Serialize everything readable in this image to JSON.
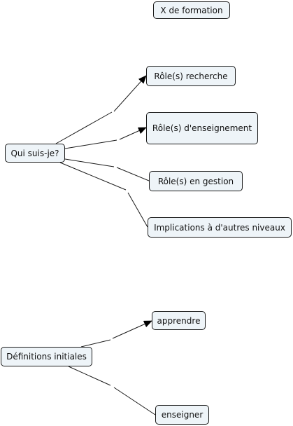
{
  "colors": {
    "node_fill": "#eef4f8",
    "node_border": "#1a1a1a",
    "edge": "#1a1a1a",
    "text": "#111111"
  },
  "nodes": {
    "title": "X de formation",
    "qui_suis_je": "Qui suis-je?",
    "role_recherche": "Rôle(s) recherche",
    "role_enseignement": "Rôle(s) d'enseignement",
    "role_gestion": "Rôle(s) en gestion",
    "implications": "Implications à d'autres niveaux",
    "definitions": "Définitions initiales",
    "apprendre": "apprendre",
    "enseigner": "enseigner"
  },
  "edges": [
    {
      "from": "qui_suis_je",
      "to": "role_recherche",
      "arrow": true
    },
    {
      "from": "qui_suis_je",
      "to": "role_enseignement",
      "arrow": true
    },
    {
      "from": "qui_suis_je",
      "to": "role_gestion",
      "arrow": false
    },
    {
      "from": "qui_suis_je",
      "to": "implications",
      "arrow": false
    },
    {
      "from": "definitions",
      "to": "apprendre",
      "arrow": true
    },
    {
      "from": "definitions",
      "to": "enseigner",
      "arrow": false
    }
  ]
}
